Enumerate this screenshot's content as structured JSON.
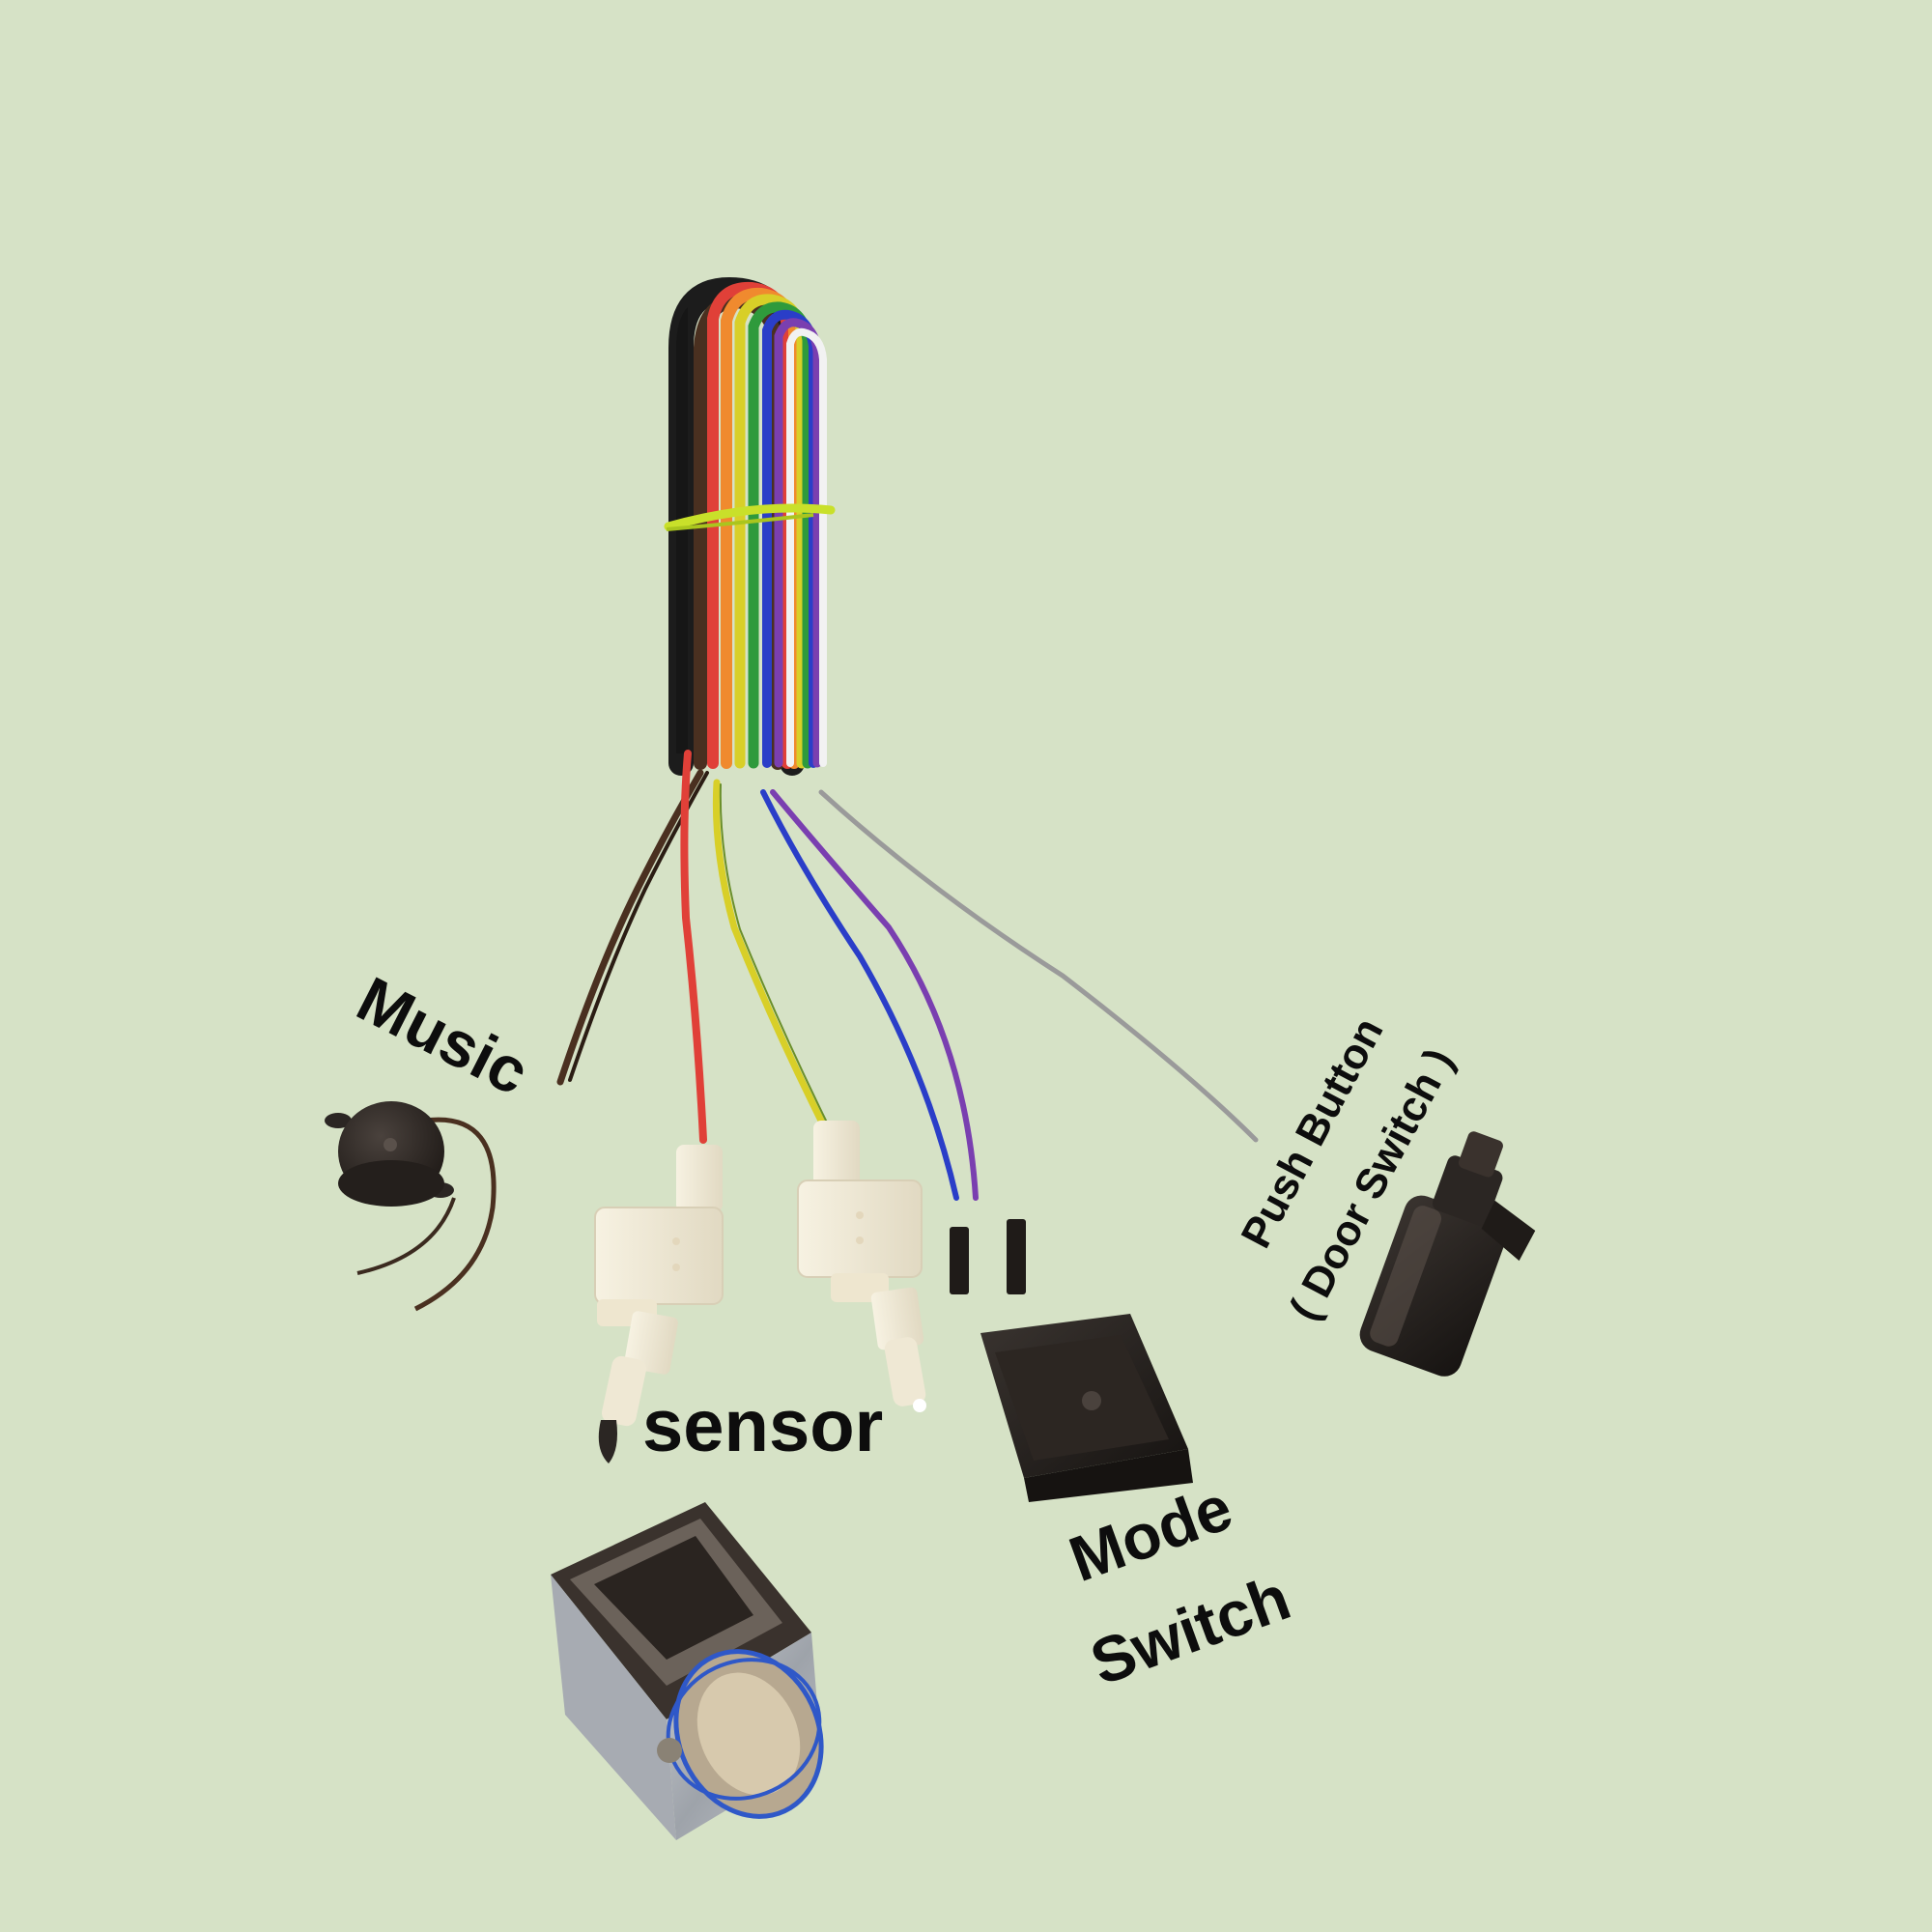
{
  "labels": {
    "music": "Music",
    "sensor": "sensor",
    "mode_line1": "Mode",
    "mode_line2": "Switch",
    "push_line1": "Push Button",
    "push_line2": "( Door Switch )"
  },
  "colors": {
    "background": "#d6e2c6",
    "wire_black": "#1c1c1c",
    "wire_brown": "#4a3020",
    "wire_red": "#e04038",
    "wire_orange": "#f08a2e",
    "wire_yellow": "#d8cf28",
    "wire_green": "#2f9a3c",
    "wire_blue": "#2a3ec8",
    "wire_purple": "#7a3fb0",
    "wire_grey": "#9a9a9a",
    "wire_white": "#f2f2f2",
    "cable_tie": "#c9e02a",
    "connector_cream": "#f4eedb",
    "component_dark": "#2b2623"
  },
  "components": [
    {
      "name": "ribbon-cable",
      "label_key": null
    },
    {
      "name": "music-buzzer",
      "label_key": "music"
    },
    {
      "name": "sensor-connectors",
      "label_key": "sensor"
    },
    {
      "name": "solenoid-lock",
      "label_key": null
    },
    {
      "name": "mode-rocker-switch",
      "label_key": "mode"
    },
    {
      "name": "push-button-door-switch",
      "label_key": "push"
    }
  ]
}
